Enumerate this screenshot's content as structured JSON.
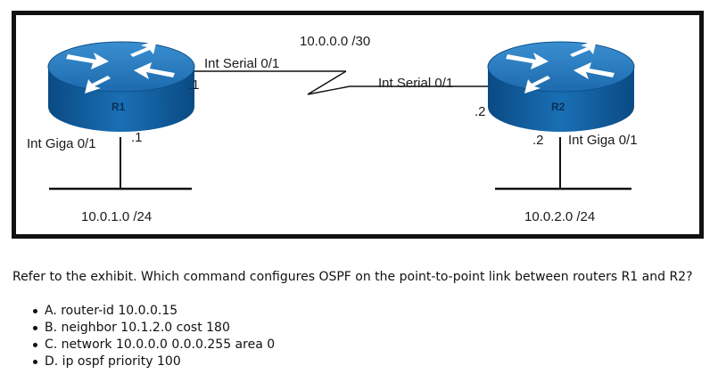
{
  "exhibit": {
    "serial_network": "10.0.0.0 /30",
    "r1": {
      "name": "R1",
      "serial_interface": "Int Serial 0/1",
      "serial_host": ".1",
      "giga_interface": "Int Giga 0/1",
      "giga_host": ".1",
      "lan_network": "10.0.1.0 /24"
    },
    "r2": {
      "name": "R2",
      "serial_interface": "Int Serial 0/1",
      "serial_host": ".2",
      "giga_interface": "Int Giga 0/1",
      "giga_host": ".2",
      "lan_network": "10.0.2.0 /24"
    },
    "colors": {
      "router_top": "#1d74ba",
      "router_side": "#0b4f8a",
      "arrow": "#ffffff",
      "line": "#111111"
    }
  },
  "question": {
    "text": "Refer to the exhibit. Which command configures OSPF on the point-to-point link between routers R1 and R2?",
    "options": [
      "A. router-id 10.0.0.15",
      "B. neighbor 10.1.2.0 cost 180",
      "C. network 10.0.0.0 0.0.0.255 area 0",
      "D. ip ospf priority 100"
    ]
  }
}
